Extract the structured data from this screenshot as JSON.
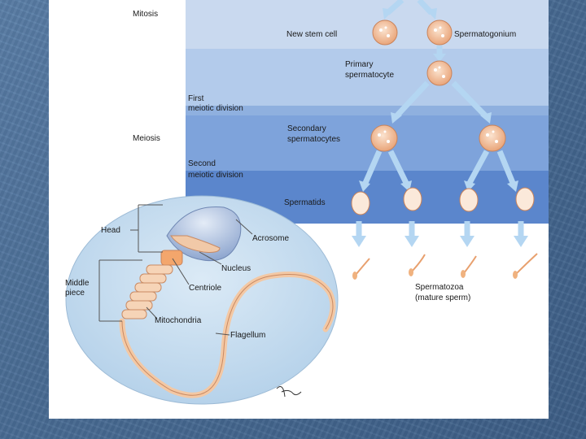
{
  "stages": {
    "mitosis": "Mitosis",
    "first_meiotic_a": "First",
    "first_meiotic_b": "meiotic division",
    "meiosis": "Meiosis",
    "second_meiotic_a": "Second",
    "second_meiotic_b": "meiotic division"
  },
  "cells": {
    "new_stem_cell": "New stem cell",
    "spermatogonium": "Spermatogonium",
    "primary_a": "Primary",
    "primary_b": "spermatocyte",
    "secondary_a": "Secondary",
    "secondary_b": "spermatocytes",
    "spermatids": "Spermatids",
    "spermatozoa_a": "Spermatozoa",
    "spermatozoa_b": "(mature sperm)"
  },
  "sperm_parts": {
    "head": "Head",
    "acrosome": "Acrosome",
    "nucleus": "Nucleus",
    "middle_a": "Middle",
    "middle_b": "piece",
    "centriole": "Centriole",
    "mitochondria": "Mitochondria",
    "flagellum": "Flagellum"
  },
  "signature": "Tim",
  "colors": {
    "band_light": "#c3d5ee",
    "band_mid": "#9dbae3",
    "band_dark": "#5f89cf",
    "cell_fill": "#f3c29d",
    "circle_fill": "#c8dff0",
    "arrow": "#a6cdee"
  }
}
